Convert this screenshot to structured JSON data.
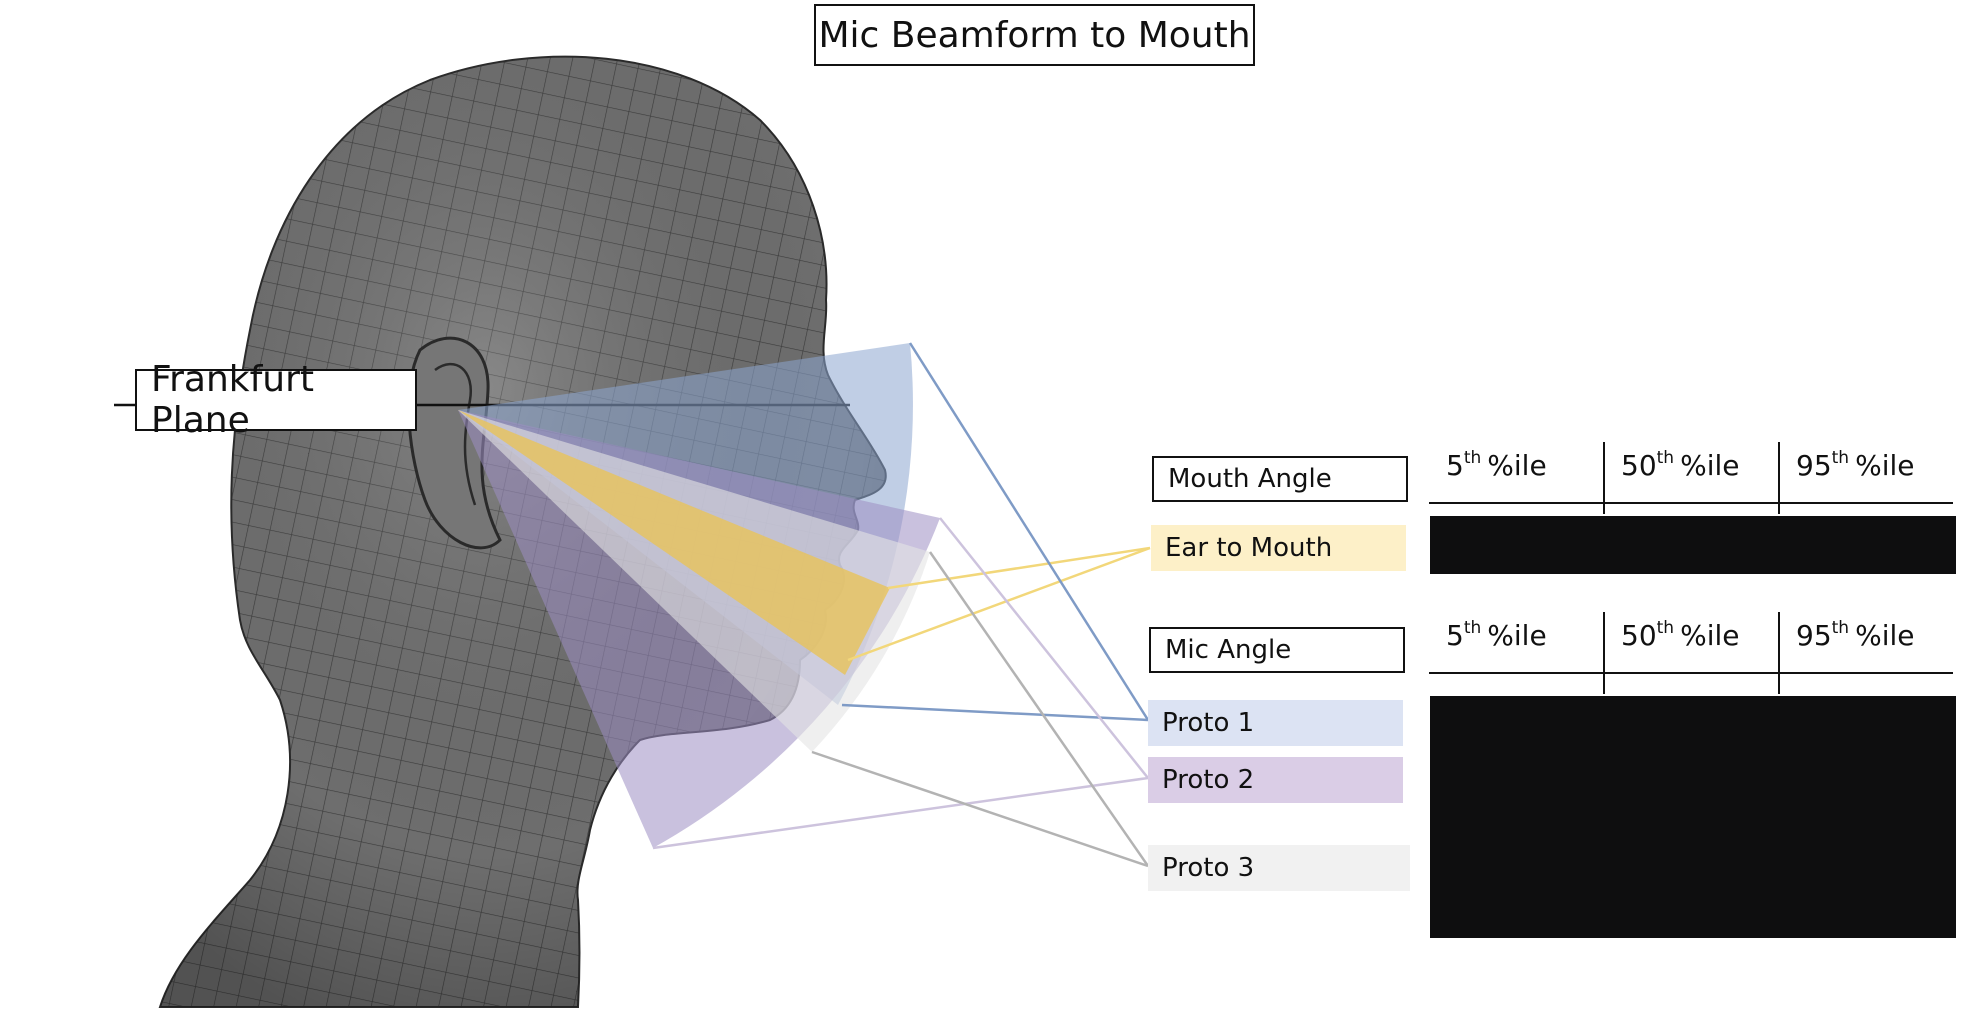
{
  "title": "Mic Beamform to Mouth",
  "frankfurt_label": "Frankfurt Plane",
  "mouth_table": {
    "header_label": "Mouth Angle",
    "columns": [
      {
        "num": "5",
        "suffix": "th",
        "unit": "%ile"
      },
      {
        "num": "50",
        "suffix": "th",
        "unit": "%ile"
      },
      {
        "num": "95",
        "suffix": "th",
        "unit": "%ile"
      }
    ],
    "rows": [
      {
        "label": "Ear to Mouth",
        "color": "#fdf0c8"
      }
    ]
  },
  "mic_table": {
    "header_label": "Mic Angle",
    "columns": [
      {
        "num": "5",
        "suffix": "th",
        "unit": "%ile"
      },
      {
        "num": "50",
        "suffix": "th",
        "unit": "%ile"
      },
      {
        "num": "95",
        "suffix": "th",
        "unit": "%ile"
      }
    ],
    "rows": [
      {
        "label": "Proto 1",
        "color": "#dce3f3"
      },
      {
        "label": "Proto 2",
        "color": "#dacde6"
      },
      {
        "label": "Proto 3",
        "color": "#f1f1f1"
      }
    ]
  },
  "colors": {
    "ear_to_mouth": "#e8c35a",
    "proto1": "#7f9bc6",
    "proto2": "#9b8bb8",
    "proto3": "#b8b8b8",
    "head": "#6a6a6a",
    "redacted": "#0e0e0f"
  }
}
